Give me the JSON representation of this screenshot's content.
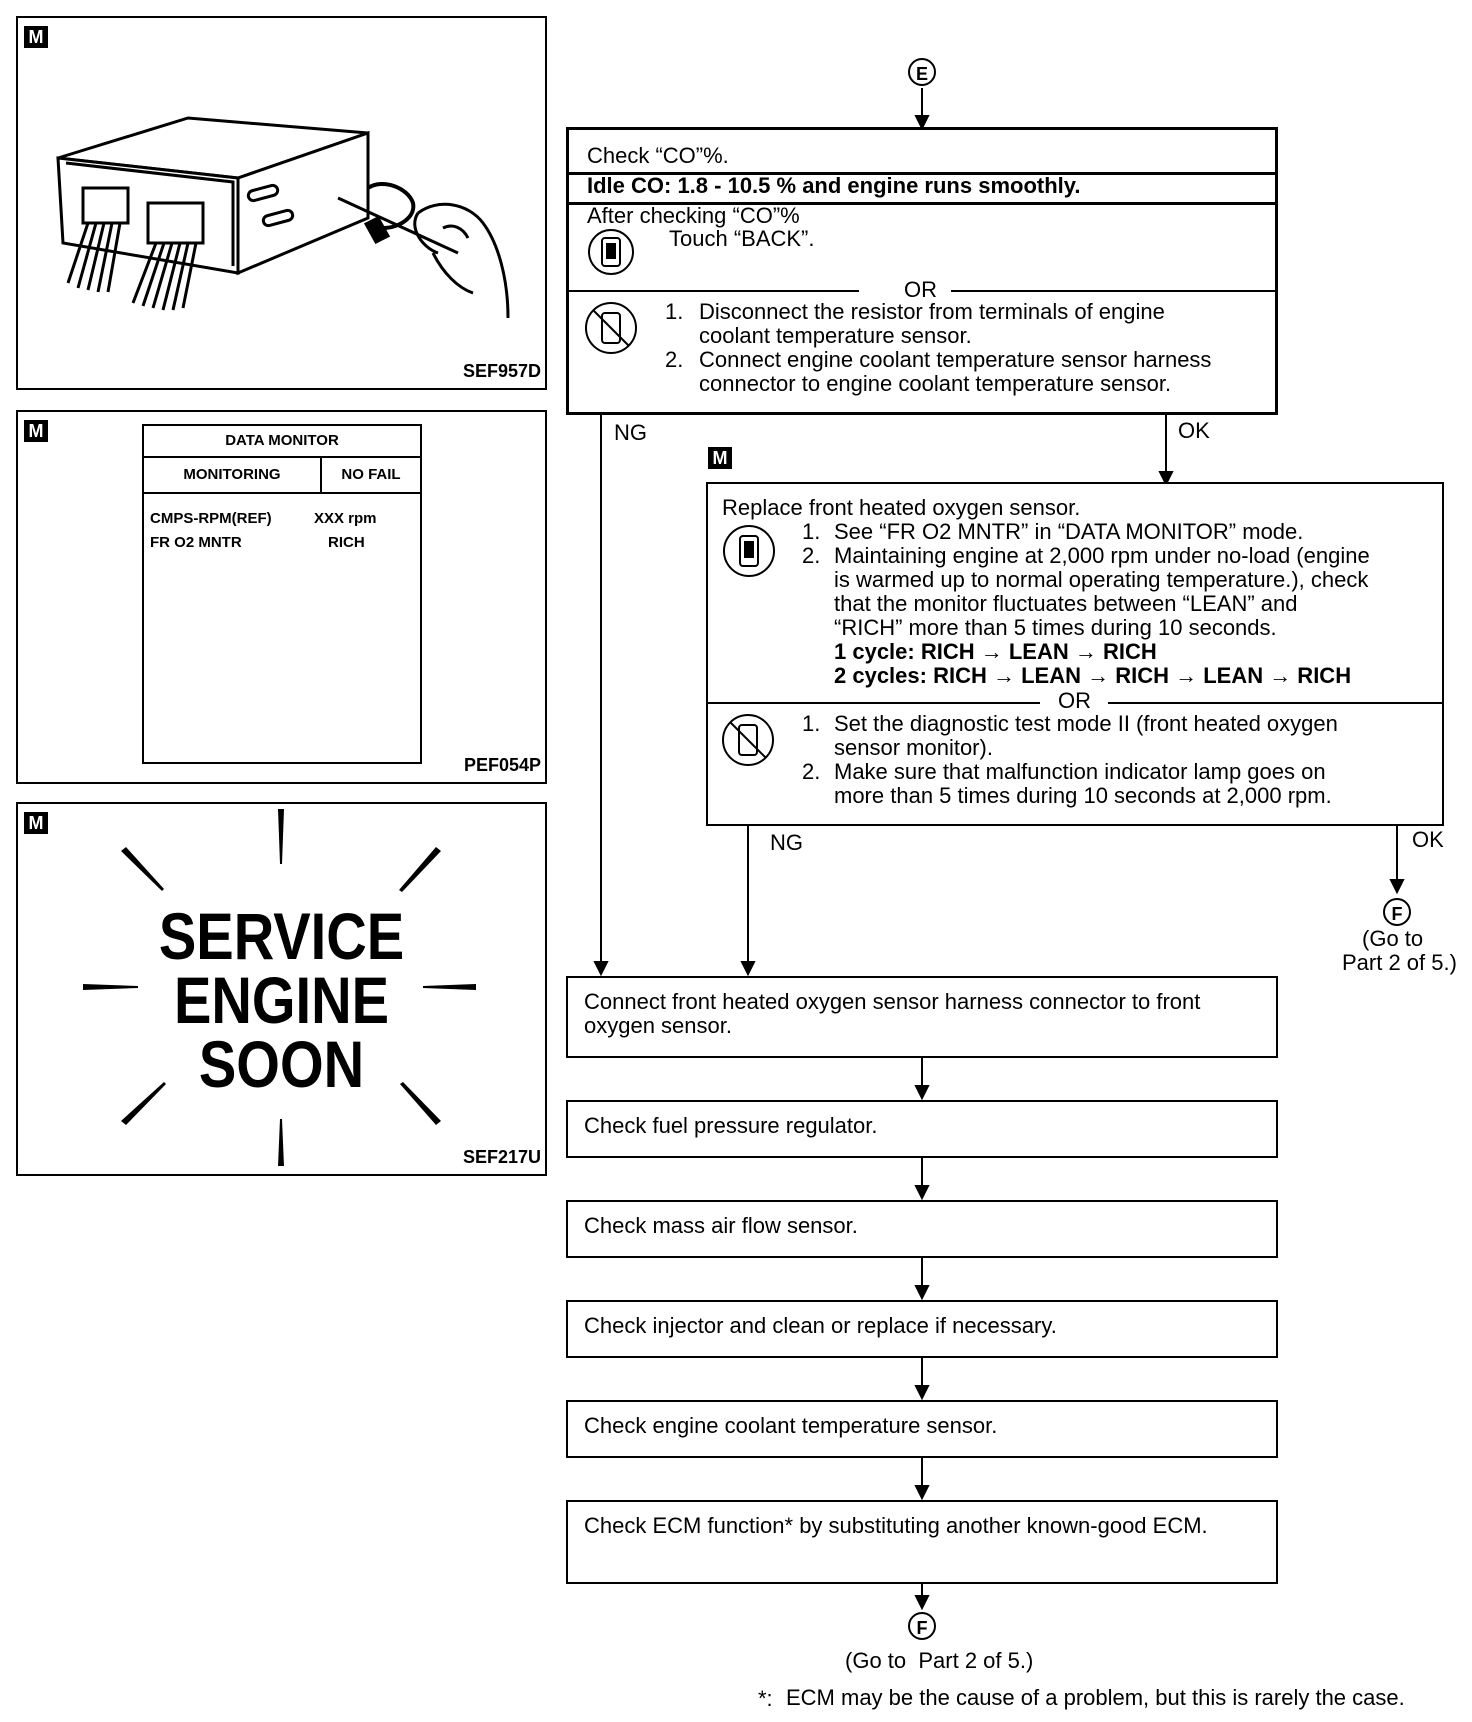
{
  "panel1": {
    "badge": "M",
    "code": "SEF957D"
  },
  "panel2": {
    "badge": "M",
    "code": "PEF054P",
    "table": {
      "title": "DATA MONITOR",
      "col1": "MONITORING",
      "col2": "NO FAIL",
      "rows": [
        {
          "name": "CMPS-RPM(REF)",
          "value": "XXX rpm"
        },
        {
          "name": "FR O2 MNTR",
          "value": "RICH"
        }
      ]
    }
  },
  "panel3": {
    "badge": "M",
    "code": "SEF217U",
    "lines": [
      "SERVICE",
      "ENGINE",
      "SOON"
    ]
  },
  "flow": {
    "top_connector": "E",
    "box1": {
      "line1": "Check “CO”%.",
      "line2": "Idle CO: 1.8 - 10.5 % and engine runs smoothly.",
      "after1": "After checking “CO”%",
      "after2": "Touch “BACK”.",
      "or": "OR",
      "step1a": "Disconnect the resistor from terminals of engine",
      "step1b": "coolant temperature sensor.",
      "step2a": "Connect engine coolant temperature sensor harness",
      "step2b": "connector to engine coolant temperature sensor.",
      "n1": "1.",
      "n2": "2."
    },
    "ng1": "NG",
    "ok1": "OK",
    "badge2": "M",
    "box2": {
      "title": "Replace front heated oxygen sensor.",
      "s1": "See “FR O2 MNTR” in “DATA MONITOR” mode.",
      "s2a": "Maintaining engine at 2,000 rpm under no-load (engine",
      "s2b": "is warmed up to normal operating temperature.), check",
      "s2c": "that the monitor fluctuates between “LEAN” and",
      "s2d": "“RICH” more than 5 times during 10 seconds.",
      "cycle1": "1 cycle: RICH → LEAN → RICH",
      "cycle2": "2 cycles: RICH → LEAN → RICH → LEAN → RICH",
      "or": "OR",
      "t1a": "Set the diagnostic test mode II (front heated oxygen",
      "t1b": "sensor monitor).",
      "t2a": "Make sure that malfunction indicator lamp goes on",
      "t2b": "more than 5 times during 10 seconds at 2,000 rpm.",
      "n1": "1.",
      "n2": "2."
    },
    "ng2": "NG",
    "ok2": "OK",
    "right_connector": "F",
    "right_goto1": "(Go to",
    "right_goto2": "Part 2 of 5.)",
    "steps": [
      "Connect front heated oxygen sensor harness connector to front oxygen sensor.",
      "Check fuel pressure regulator.",
      "Check mass air flow sensor.",
      "Check injector and clean or replace if necessary.",
      "Check engine coolant temperature sensor.",
      "Check ECM function* by substituting another known-good ECM."
    ],
    "bottom_connector": "F",
    "bottom_goto": "(Go to  Part 2 of 5.)",
    "footnote_mark": "*:",
    "footnote": "ECM may be the cause of a problem, but this is rarely the case."
  }
}
